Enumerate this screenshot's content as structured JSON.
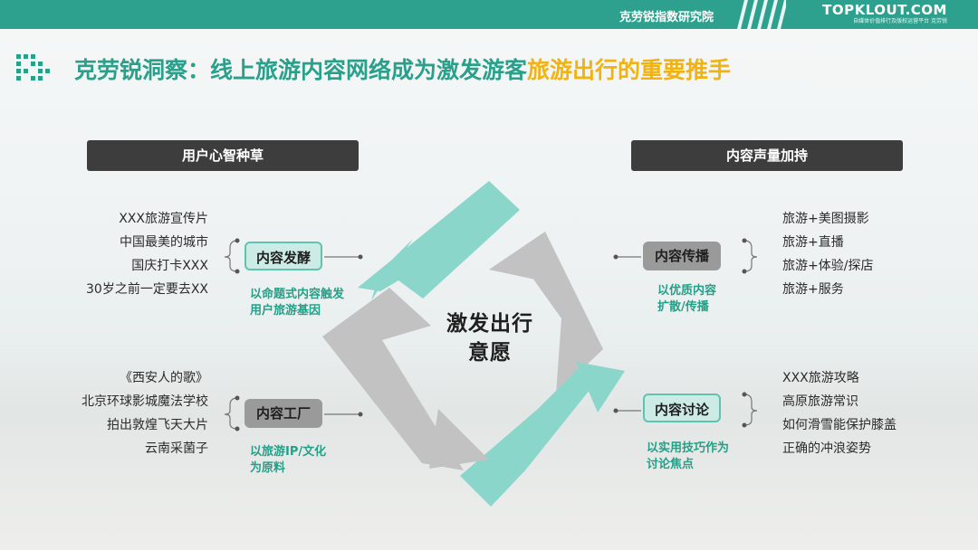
{
  "header": {
    "org_title": "克劳锐指数研究院",
    "brand_name": "TOPKLOUT.COM",
    "brand_sub": "自媒体价值排行及版权运营平台 克劳锐"
  },
  "title": {
    "main": "克劳锐洞察：线上旅游内容网络成为激发游客",
    "highlight": "旅游出行的重要推手"
  },
  "left_header": "用户心智种草",
  "right_header": "内容声量加持",
  "center": {
    "line1": "激发出行",
    "line2": "意愿"
  },
  "left_top": {
    "pill": "内容发酵",
    "items": [
      "XXX旅游宣传片",
      "中国最美的城市",
      "国庆打卡XXX",
      "30岁之前一定要去XX"
    ],
    "note_line1": "以命题式内容触发",
    "note_line2": "用户旅游基因"
  },
  "left_bottom": {
    "pill": "内容工厂",
    "items": [
      "《西安人的歌》",
      "北京环球影城魔法学校",
      "拍出敦煌飞天大片",
      "云南采菌子"
    ],
    "note_line1": "以旅游IP/文化",
    "note_line2": "为原料"
  },
  "right_top": {
    "pill": "内容传播",
    "items": [
      "旅游+美图摄影",
      "旅游+直播",
      "旅游+体验/探店",
      "旅游+服务"
    ],
    "note_line1": "以优质内容",
    "note_line2": "扩散/传播"
  },
  "right_bottom": {
    "pill": "内容讨论",
    "items": [
      "XXX旅游攻略",
      "高原旅游常识",
      "如何滑雪能保护膝盖",
      "正确的冲浪姿势"
    ],
    "note_line1": "以实用技巧作为",
    "note_line2": "讨论焦点"
  },
  "colors": {
    "teal": "#2aa08b",
    "arrow_teal": "#8ad6cb",
    "gray": "#c2c2c2",
    "yellow": "#f1b312",
    "dark": "#3d3d3d"
  },
  "icons": [
    "dot-grid-logo",
    "stripes-decoration"
  ]
}
